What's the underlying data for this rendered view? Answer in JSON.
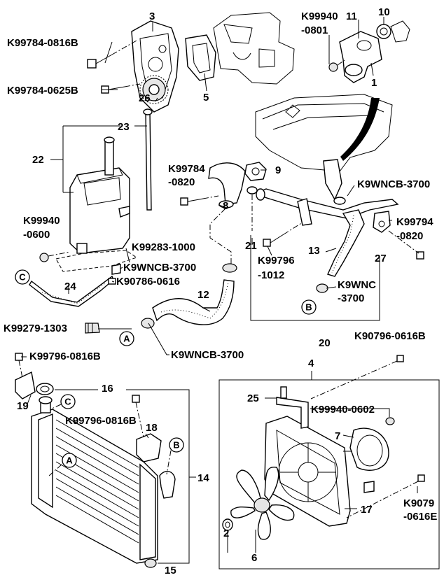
{
  "labels": {
    "part_3": "3",
    "k99784_0816b": "K99784-0816B",
    "k99940_0801_a": "K99940",
    "k99940_0801_b": "-0801",
    "part_11": "11",
    "part_10": "10",
    "part_1": "1",
    "part_5": "5",
    "k99784_0625b": "K99784-0625B",
    "part_26": "26",
    "part_23": "23",
    "part_22": "22",
    "k99784_0820_a": "K99784",
    "k99784_0820_b": "-0820",
    "part_9": "9",
    "k9wncb_3700_top": "K9WNCB-3700",
    "part_8": "8",
    "k99794_0820_a": "K99794",
    "k99794_0820_b": "-0820",
    "k99940_0600_a": "K99940",
    "k99940_0600_b": "-0600",
    "part_21": "21",
    "k99283_1000": "K99283-1000",
    "part_13": "13",
    "part_27": "27",
    "k9wncb_3700_mid": "K9WNCB-3700",
    "k99796_1012_a": "K99796",
    "k99796_1012_b": "-1012",
    "k90786_0616": "K90786-0616",
    "part_24": "24",
    "part_12": "12",
    "k9wnc_3700_a": "K9WNC",
    "k9wnc_3700_b": "-3700",
    "k99279_1303": "K99279-1303",
    "part_20": "20",
    "k9wncb_3700_low": "K9WNCB-3700",
    "k90796_0616b_top": "K90796-0616B",
    "k99796_0816b_top": "K99796-0816B",
    "part_4": "4",
    "part_16": "16",
    "part_19": "19",
    "k99796_0816b_mid": "K99796-0816B",
    "part_25": "25",
    "k99940_0602": "K99940-0602",
    "part_18": "18",
    "part_7": "7",
    "part_14": "14",
    "k90796_0616b_side_a": "K9079",
    "k90796_0616b_side_b": "-0616E",
    "part_17": "17",
    "part_2": "2",
    "part_6": "6",
    "part_15": "15"
  },
  "callouts": {
    "c_left": "C",
    "b_mid": "B",
    "a_mid": "A",
    "c_rad": "C",
    "b_rad": "B",
    "a_rad": "A"
  }
}
